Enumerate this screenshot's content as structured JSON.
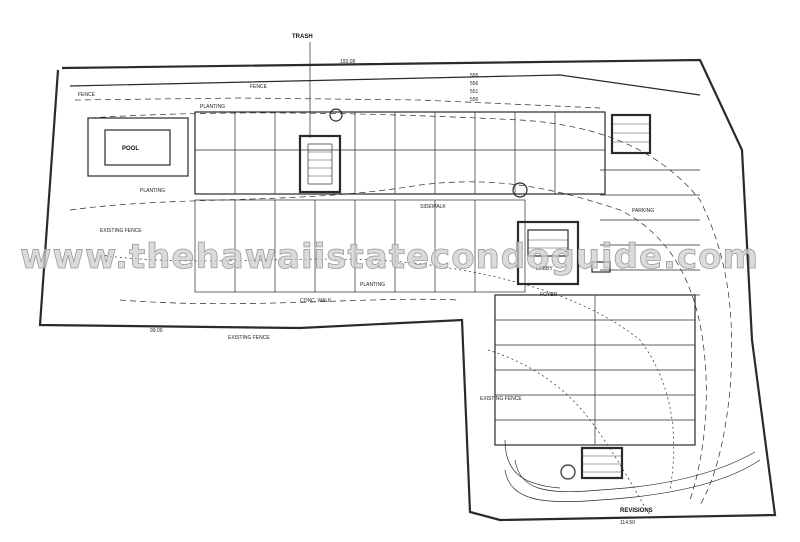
{
  "watermark": "www.thehawaiistatecondoguide.com",
  "labels": {
    "trash": "TRASH",
    "fence_top": "FENCE",
    "fence_left": "FENCE",
    "existing_fence_mid": "EXISTING FENCE",
    "existing_fence_left": "EXISTING FENCE",
    "existing_fence_lower": "EXISTING FENCE",
    "pool": "POOL",
    "planting_top": "PLANTING",
    "planting_mid": "PLANTING",
    "planting_low": "PLANTING",
    "sidewalk": "SIDEWALK",
    "concrete_walk": "CONC. WALK",
    "lobby": "LOBBY",
    "foyer": "FOYER",
    "parking": "PARKING",
    "revisions": "REVISIONS",
    "dim_top": "193.09",
    "dim_left_lower": "99.00",
    "dim_right_bottom": "114.50",
    "contour_555": "555",
    "contour_556": "556",
    "contour_551": "551",
    "contour_550": "550"
  }
}
